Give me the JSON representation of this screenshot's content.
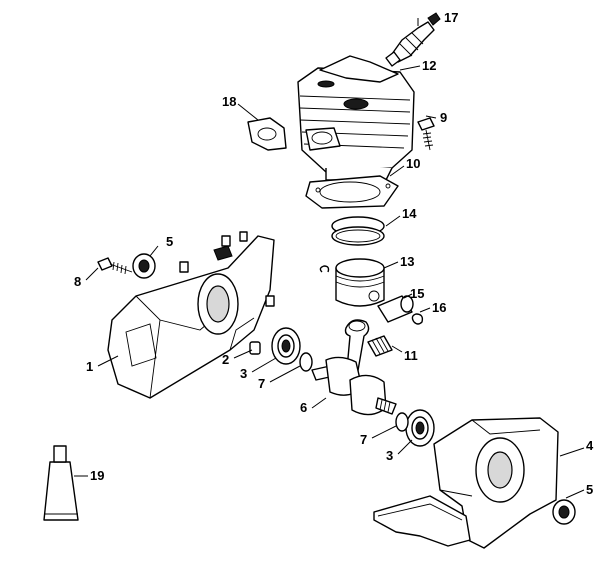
{
  "callouts": {
    "c1": "1",
    "c2": "2",
    "c3a": "3",
    "c3b": "3",
    "c4": "4",
    "c5a": "5",
    "c5b": "5",
    "c6": "6",
    "c7a": "7",
    "c7b": "7",
    "c8": "8",
    "c9": "9",
    "c10": "10",
    "c11": "11",
    "c12": "12",
    "c13": "13",
    "c14": "14",
    "c15": "15",
    "c16": "16",
    "c17": "17",
    "c18": "18",
    "c19": "19"
  }
}
